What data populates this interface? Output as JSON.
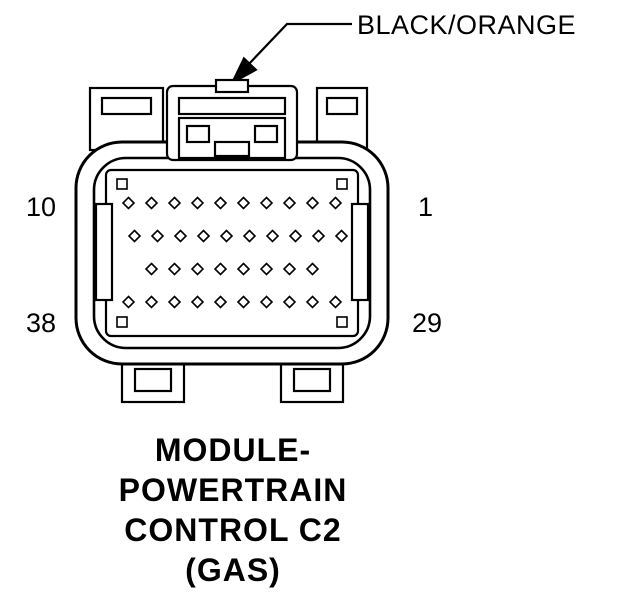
{
  "diagram": {
    "background_color": "#ffffff",
    "line_color": "#000000",
    "callout": {
      "label": "BLACK/ORANGE"
    },
    "pin_labels": {
      "top_left": "10",
      "top_right": "1",
      "bottom_left": "38",
      "bottom_right": "29"
    },
    "connector": {
      "total_pins": 38,
      "pin_shape": "diamond",
      "pin_rows": [
        10,
        10,
        8,
        10
      ]
    },
    "title_lines": [
      "MODULE-",
      "POWERTRAIN",
      "CONTROL C2",
      "(GAS)"
    ]
  }
}
